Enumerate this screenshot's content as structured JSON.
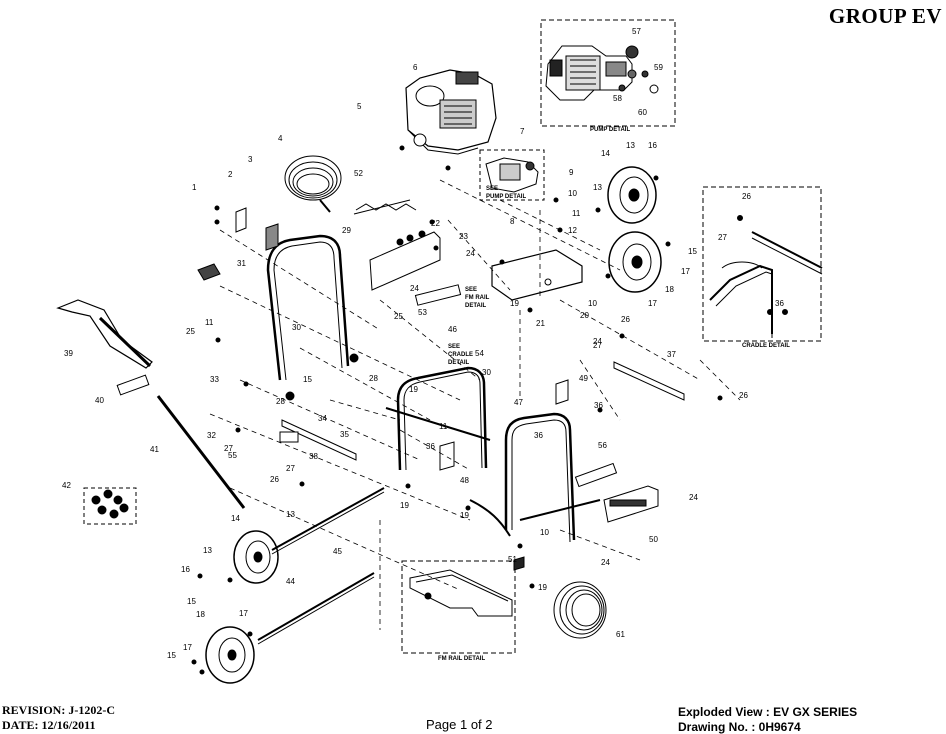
{
  "header": {
    "group_title": "GROUP EV"
  },
  "footer": {
    "revision": "REVISION: J-1202-C",
    "date": "DATE: 12/16/2011",
    "page": "Page 1 of 2",
    "exploded_view": "Exploded View :  EV GX SERIES",
    "drawing_no": "Drawing No. :  0H9674"
  },
  "details": {
    "pump_detail": "PUMP DETAIL",
    "cradle_detail": "CRADLE DETAIL",
    "fm_rail_detail": "FM RAIL DETAIL",
    "see_pump_detail": [
      "SEE",
      "PUMP DETAIL"
    ],
    "see_fm_rail_detail": [
      "SEE",
      "FM RAIL",
      "DETAIL"
    ],
    "see_cradle_detail": [
      "SEE",
      "CRADLE",
      "DETAIL"
    ]
  },
  "callouts": [
    "1",
    "2",
    "3",
    "4",
    "5",
    "6",
    "7",
    "8",
    "9",
    "10",
    "10",
    "10",
    "11",
    "11",
    "11",
    "12",
    "13",
    "13",
    "13",
    "13",
    "14",
    "14",
    "15",
    "15",
    "15",
    "15",
    "16",
    "16",
    "17",
    "17",
    "17",
    "17",
    "18",
    "18",
    "19",
    "19",
    "19",
    "19",
    "19",
    "20",
    "21",
    "22",
    "23",
    "24",
    "24",
    "24",
    "24",
    "24",
    "25",
    "25",
    "26",
    "26",
    "26",
    "26",
    "27",
    "27",
    "27",
    "27",
    "28",
    "28",
    "29",
    "30",
    "30",
    "31",
    "32",
    "33",
    "34",
    "35",
    "36",
    "36",
    "36",
    "36",
    "37",
    "38",
    "39",
    "40",
    "41",
    "42",
    "44",
    "45",
    "46",
    "47",
    "48",
    "49",
    "50",
    "51",
    "52",
    "53",
    "54",
    "55",
    "56",
    "57",
    "58",
    "59",
    "60",
    "61"
  ]
}
